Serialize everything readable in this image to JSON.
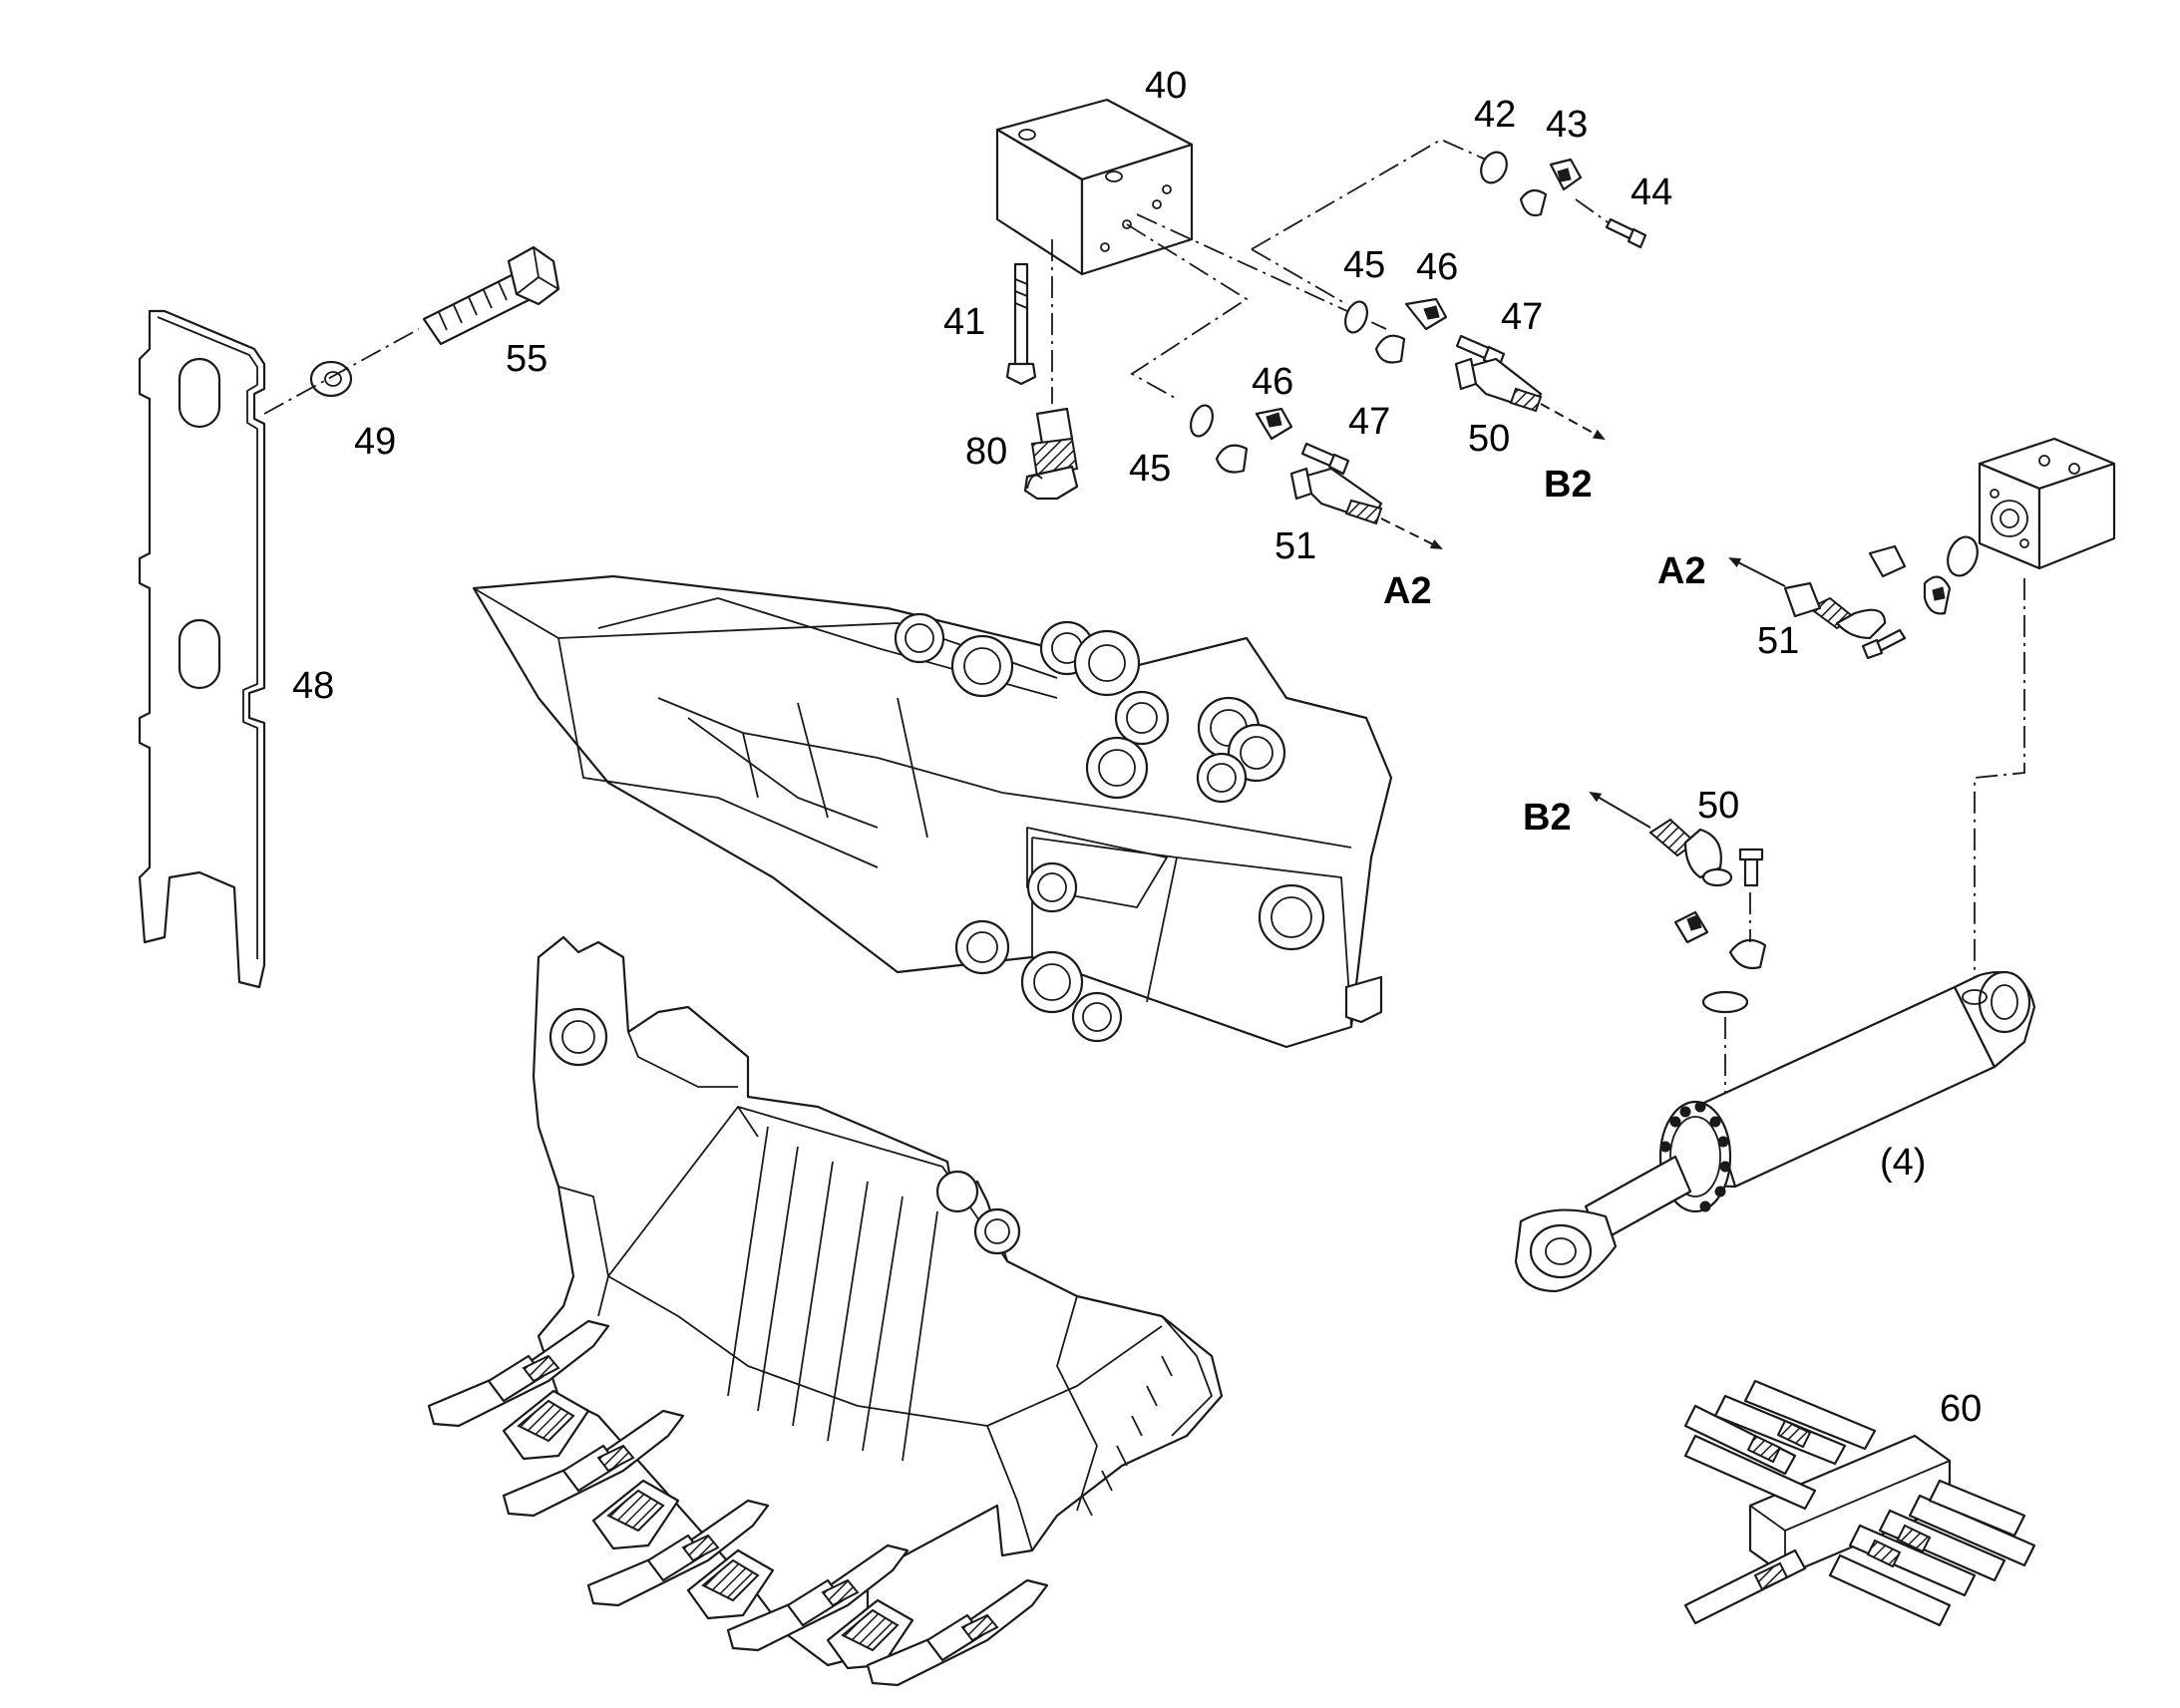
{
  "callouts": {
    "c40": "40",
    "c41": "41",
    "c42": "42",
    "c43": "43",
    "c44": "44",
    "c45a": "45",
    "c45b": "45",
    "c46a": "46",
    "c46b": "46",
    "c47a": "47",
    "c47b": "47",
    "c48": "48",
    "c49": "49",
    "c50a": "50",
    "c50b": "50",
    "c51a": "51",
    "c51b": "51",
    "c55": "55",
    "c60": "60",
    "c80": "80",
    "c4": "(4)"
  },
  "flow_labels": {
    "b2_top": "B2",
    "a2_top": "A2",
    "a2_right": "A2",
    "b2_right": "B2"
  },
  "icons": [
    "valve-block",
    "bolt",
    "hose-fitting",
    "o-ring",
    "split-flange",
    "cap-screw",
    "hose-end",
    "wear-plate",
    "washer",
    "hex-bolt",
    "bucket-arm",
    "bucket",
    "hydraulic-cylinder",
    "distribution-block"
  ],
  "colors": {
    "line": "#1a1a1a",
    "background": "#ffffff"
  }
}
